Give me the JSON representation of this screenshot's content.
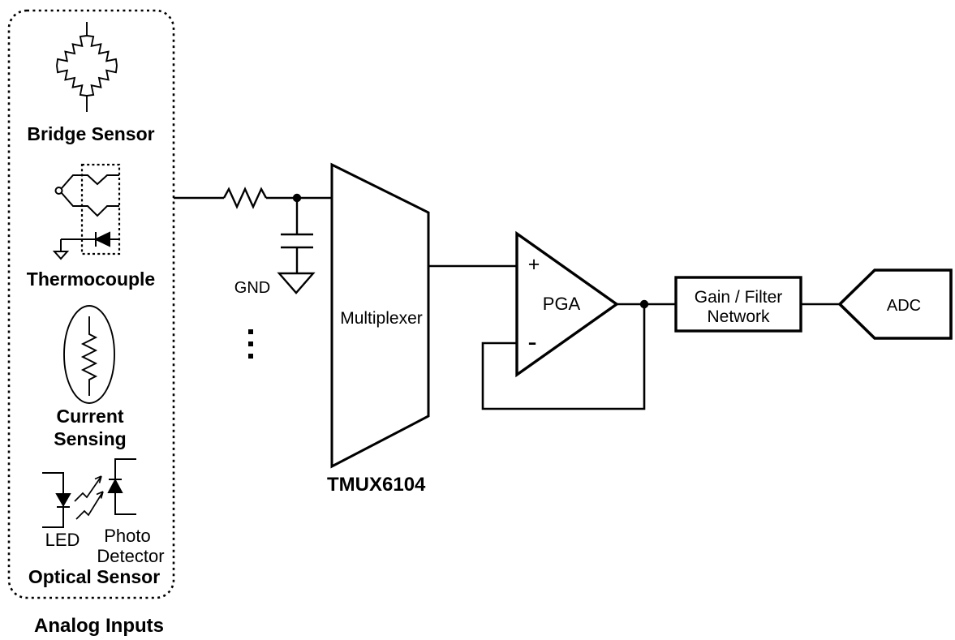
{
  "diagram": {
    "colors": {
      "background": "#ffffff",
      "line": "#000000"
    },
    "analog_inputs": {
      "group_label": "Analog Inputs",
      "bridge_sensor": "Bridge Sensor",
      "thermocouple": "Thermocouple",
      "current_sensing_line1": "Current",
      "current_sensing_line2": "Sensing",
      "led": "LED",
      "photo_detector_line1": "Photo",
      "photo_detector_line2": "Detector",
      "optical_sensor": "Optical Sensor"
    },
    "front_end": {
      "gnd": "GND"
    },
    "multiplexer": {
      "block_label": "Multiplexer",
      "part_number": "TMUX6104"
    },
    "pga": {
      "block_label": "PGA",
      "noninverting_input": "+",
      "inverting_input": "-"
    },
    "gain_filter": {
      "line1": "Gain / Filter",
      "line2": "Network"
    },
    "adc": {
      "block_label": "ADC"
    }
  }
}
